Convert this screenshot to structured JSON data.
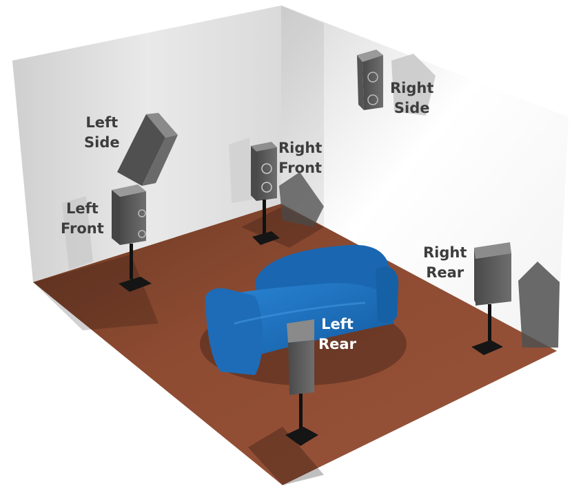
{
  "room": {
    "wall_left_color": "#d9d9d9",
    "wall_right_color": "#f4f4f4",
    "floor_color": "#8c4a33",
    "sofa_color": "#1f74c2"
  },
  "speakers": {
    "left_side": {
      "line1": "Left",
      "line2": "Side"
    },
    "right_side": {
      "line1": "Right",
      "line2": "Side"
    },
    "right_front": {
      "line1": "Right",
      "line2": "Front"
    },
    "left_front": {
      "line1": "Left",
      "line2": "Front"
    },
    "right_rear": {
      "line1": "Right",
      "line2": "Rear"
    },
    "left_rear": {
      "line1": "Left",
      "line2": "Rear"
    }
  }
}
